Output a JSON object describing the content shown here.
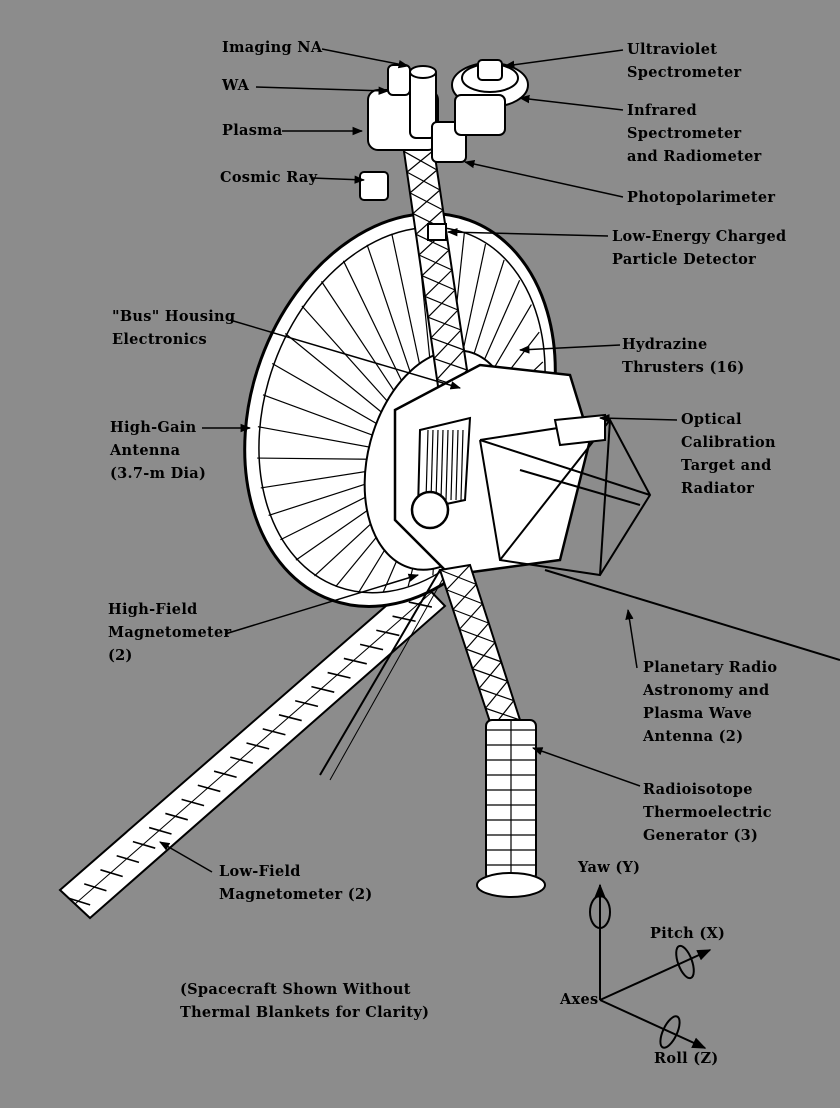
{
  "labels": {
    "imaging_na": "Imaging NA",
    "wa": "WA",
    "plasma": "Plasma",
    "cosmic_ray": "Cosmic Ray",
    "uv_spectrometer": "Ultraviolet\nSpectrometer",
    "ir_spectrometer": "Infrared\nSpectrometer\nand Radiometer",
    "photopolarimeter": "Photopolarimeter",
    "lecp": "Low-Energy Charged\nParticle Detector",
    "bus_housing": "\"Bus\" Housing\nElectronics",
    "hydrazine": "Hydrazine\nThrusters (16)",
    "high_gain": "High-Gain\nAntenna\n(3.7-m Dia)",
    "optical_cal": "Optical\nCalibration\nTarget and\nRadiator",
    "high_field": "High-Field\nMagnetometer\n(2)",
    "pra_pws": "Planetary Radio\nAstronomy and\nPlasma Wave\nAntenna (2)",
    "rtg": "Radioisotope\nThermoelectric\nGenerator (3)",
    "low_field": "Low-Field\nMagnetometer (2)",
    "caption": "(Spacecraft Shown Without\nThermal Blankets for Clarity)",
    "yaw": "Yaw (Y)",
    "pitch": "Pitch (X)",
    "axes": "Axes",
    "roll": "Roll (Z)"
  },
  "colors": {
    "background": "#8c8c8c",
    "fill": "#ffffff",
    "stroke": "#000000"
  }
}
